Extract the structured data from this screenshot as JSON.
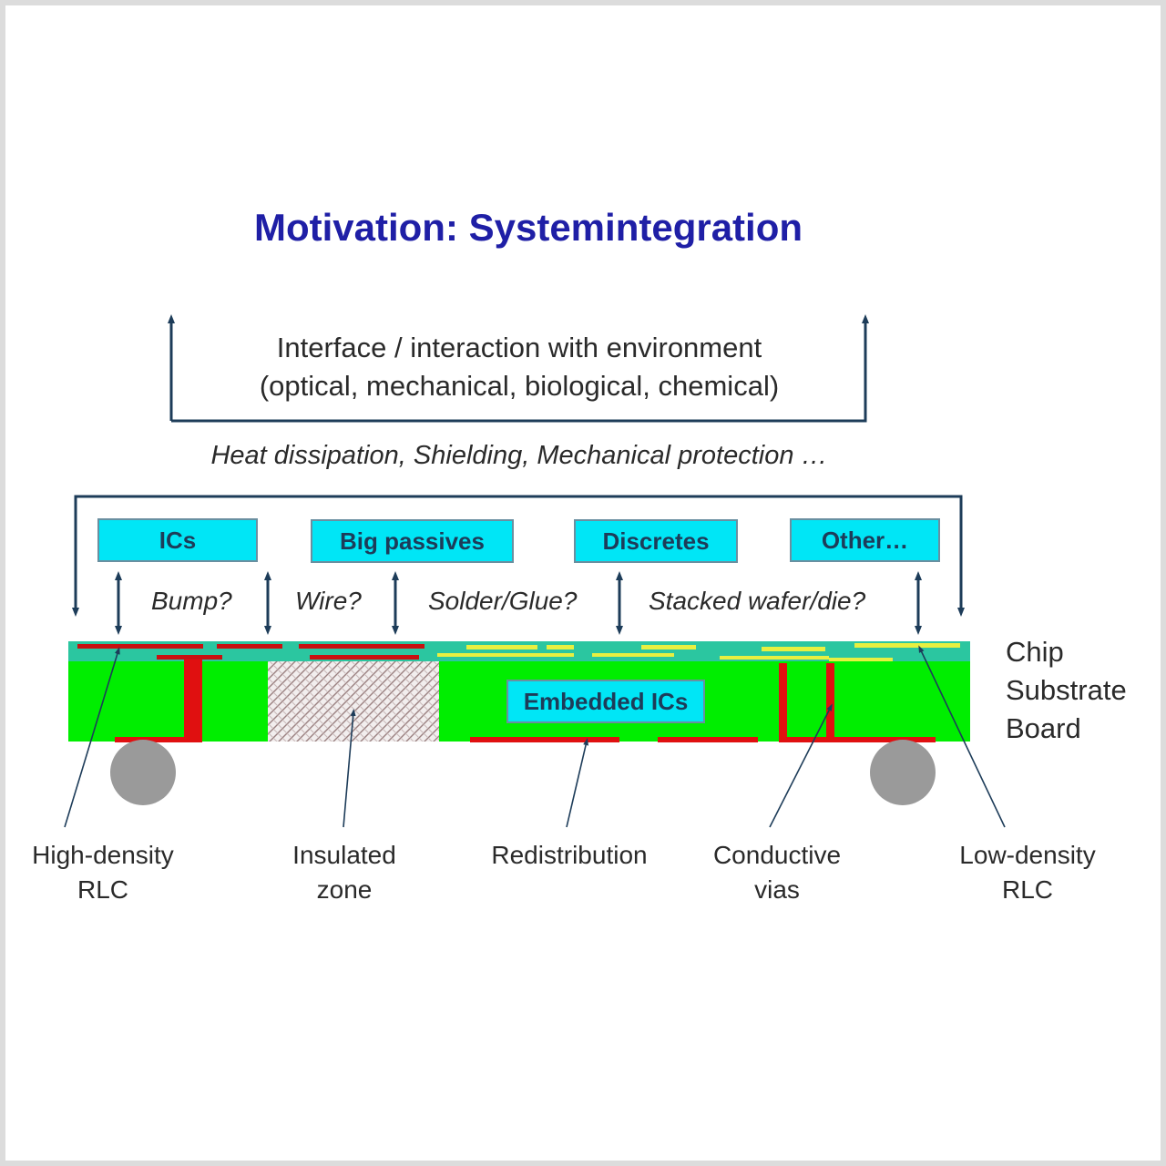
{
  "title": "Motivation: Systemintegration",
  "interface": {
    "line1": "Interface / interaction with environment",
    "line2": "(optical, mechanical, biological, chemical)"
  },
  "protection_text": "Heat dissipation, Shielding, Mechanical protection …",
  "components": {
    "ics": "ICs",
    "big_passives": "Big passives",
    "discretes": "Discretes",
    "other": "Other…"
  },
  "connections": {
    "bump": "Bump?",
    "wire": "Wire?",
    "solder_glue": "Solder/Glue?",
    "stacked": "Stacked wafer/die?"
  },
  "embedded_ics": "Embedded ICs",
  "side_labels": {
    "chip": "Chip",
    "substrate": "Substrate",
    "board": "Board"
  },
  "callouts": {
    "high_density": "High-density\nRLC",
    "insulated": "Insulated\nzone",
    "redistribution": "Redistribution",
    "conductive_vias": "Conductive\nvias",
    "low_density": "Low-density\nRLC"
  },
  "colors": {
    "title": "#1f1fa6",
    "substrate_green": "#00ee00",
    "surface_teal": "#2bc6a0",
    "component_cyan": "#00e6f6",
    "trace_red": "#e01010",
    "trace_yellow": "#e8f040",
    "arrow_navy": "#1d3c59",
    "ball_grey": "#9a9a9a"
  }
}
